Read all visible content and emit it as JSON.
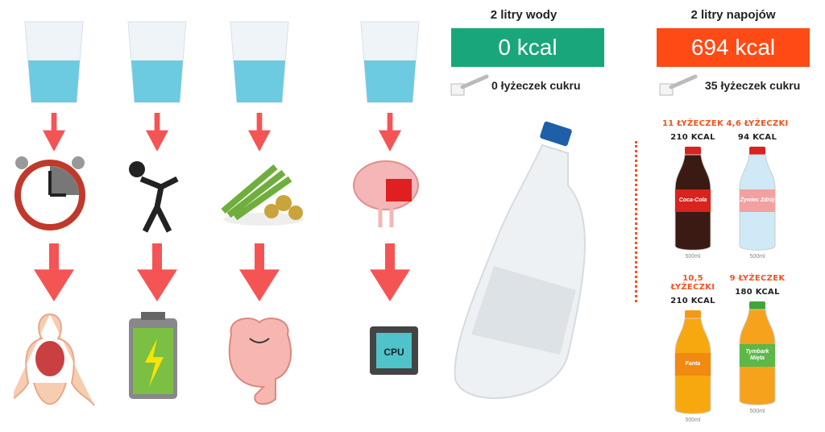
{
  "colors": {
    "water_box": "#19a67a",
    "drinks_box": "#fe4a14",
    "arrow": "#f55454",
    "accent": "#f4511e"
  },
  "water": {
    "title": "2 litry wody",
    "kcal": "0 kcal",
    "sugar": "0 łyżeczek cukru"
  },
  "drinks": {
    "title": "2 litry napojów",
    "kcal": "694 kcal",
    "sugar": "35 łyżeczek cukru"
  },
  "benefits": [
    {
      "top": "alarm-clock-icon",
      "bottom": "human-body-icon"
    },
    {
      "top": "exercise-icon",
      "bottom": "battery-icon"
    },
    {
      "top": "vegetables-icon",
      "bottom": "intestine-icon"
    },
    {
      "top": "brain-reading-icon",
      "bottom": "cpu-chip-icon",
      "cpu_label": "CPU"
    }
  ],
  "products": [
    {
      "name": "Coca-Cola",
      "spoons": "11 ŁYŻECZEK",
      "kcal": "210 KCAL",
      "volume": "500ml",
      "color": "#3a1a12",
      "cap": "#d8231f",
      "label": "#d8231f"
    },
    {
      "name": "Żywiec Zdrój",
      "spoons": "4,6 ŁYŻECZKI",
      "kcal": "94 KCAL",
      "volume": "500ml",
      "color": "#cfe9f6",
      "cap": "#d8231f",
      "label": "#f3a0a0"
    },
    {
      "name": "Fanta",
      "spoons": "10,5 ŁYŻECZKI",
      "kcal": "210 KCAL",
      "volume": "500ml",
      "color": "#f8a80f",
      "cap": "#f39a10",
      "label": "#f08a10"
    },
    {
      "name": "Tymbark Mięta",
      "spoons": "9 ŁYŻECZEK",
      "kcal": "180 KCAL",
      "volume": "500ml",
      "color": "#f7a21c",
      "cap": "#3ca83a",
      "label": "#5cb848"
    }
  ]
}
